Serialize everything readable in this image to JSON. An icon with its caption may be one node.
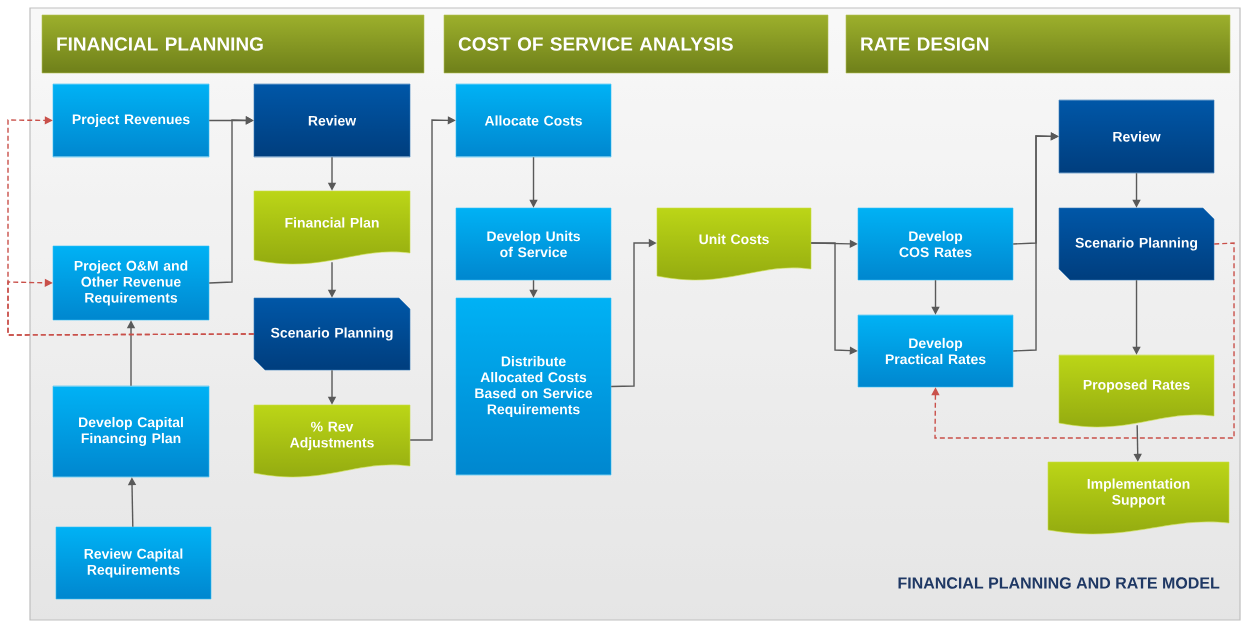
{
  "diagram": {
    "caption": "FINANCIAL PLANNING AND RATE MODEL",
    "nodes": [
      {
        "text": [
          "FINANCIAL PLANNING"
        ]
      },
      {
        "text": [
          "COST OF SERVICE ANALYSIS"
        ]
      },
      {
        "text": [
          "RATE DESIGN"
        ]
      },
      {
        "text": [
          "Project Revenues"
        ]
      },
      {
        "text": [
          "Review"
        ]
      },
      {
        "text": [
          "Project O&M and Other Revenue Requirements"
        ]
      },
      {
        "text": [
          "Financial Plan"
        ]
      },
      {
        "text": [
          "Scenario Planning"
        ]
      },
      {
        "text": [
          "Develop Capital Financing Plan"
        ]
      },
      {
        "text": [
          "% Rev Adjustments"
        ]
      },
      {
        "text": [
          "Review Capital Requirements"
        ]
      },
      {
        "text": [
          "Allocate Costs"
        ]
      },
      {
        "text": [
          "Develop Units of Service"
        ]
      },
      {
        "text": [
          "Distribute Allocated Costs Based on Service Requirements"
        ]
      },
      {
        "text": [
          "Unit Costs"
        ]
      },
      {
        "text": [
          "Develop COS Rates"
        ]
      },
      {
        "text": [
          "Develop Practical Rates"
        ]
      },
      {
        "text": [
          "Review"
        ]
      },
      {
        "text": [
          "Scenario Planning"
        ]
      },
      {
        "text": [
          "Proposed Rates"
        ]
      },
      {
        "text": [
          "Implementation Support"
        ]
      }
    ],
    "edges": [
      {
        "from": 3,
        "to": 4,
        "arrow": "to"
      },
      {
        "from": 5,
        "to": 4,
        "arrow": "to"
      },
      {
        "from": 4,
        "to": 6,
        "arrow": "to"
      },
      {
        "from": 6,
        "to": 7,
        "arrow": "to"
      },
      {
        "from": 7,
        "to": 9,
        "arrow": "to"
      },
      {
        "from": 10,
        "to": 8,
        "arrow": "to"
      },
      {
        "from": 8,
        "to": 5,
        "arrow": "to"
      },
      {
        "from": 7,
        "to": 3,
        "arrow": "to",
        "style": "dashed",
        "color": "#c9504a"
      },
      {
        "from": 7,
        "to": 5,
        "arrow": "to",
        "style": "dashed",
        "color": "#c9504a"
      },
      {
        "from": 9,
        "to": 11,
        "arrow": "to"
      },
      {
        "from": 11,
        "to": 12,
        "arrow": "to"
      },
      {
        "from": 12,
        "to": 13,
        "arrow": "to"
      },
      {
        "from": 13,
        "to": 14,
        "arrow": "to"
      },
      {
        "from": 14,
        "to": 15,
        "arrow": "to"
      },
      {
        "from": 14,
        "to": 16,
        "arrow": "to"
      },
      {
        "from": 15,
        "to": 16,
        "arrow": "to"
      },
      {
        "from": 15,
        "to": 17,
        "arrow": "to"
      },
      {
        "from": 16,
        "to": 17,
        "arrow": "to"
      },
      {
        "from": 17,
        "to": 18,
        "arrow": "to"
      },
      {
        "from": 18,
        "to": 19,
        "arrow": "to"
      },
      {
        "from": 19,
        "to": 20,
        "arrow": "to"
      },
      {
        "from": 18,
        "to": 16,
        "arrow": "to",
        "style": "dashed",
        "color": "#c9504a"
      }
    ]
  }
}
